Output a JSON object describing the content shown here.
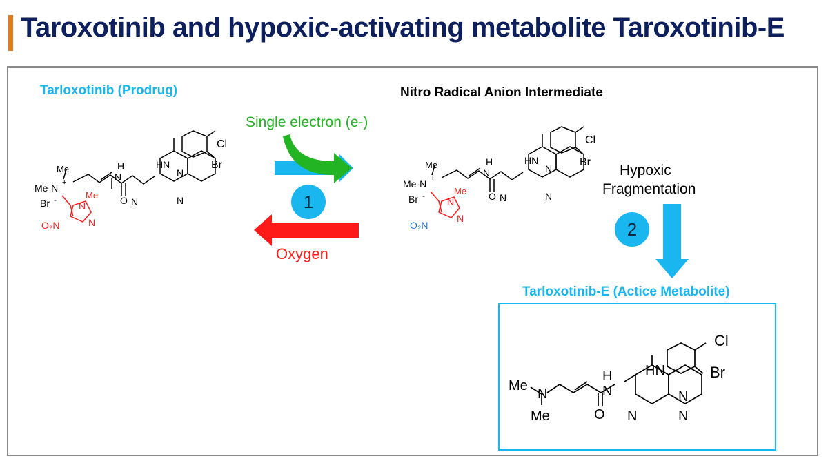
{
  "title": "Taroxotinib and hypoxic-activating metabolite Taroxotinib-E",
  "labels": {
    "prodrug": "Tarloxotinib (Prodrug)",
    "intermediate": "Nitro Radical Anion Intermediate",
    "single_electron": "Single electron (e-)",
    "oxygen": "Oxygen",
    "step1": "1",
    "step2": "2",
    "hypoxic_line1": "Hypoxic",
    "hypoxic_line2": "Fragmentation",
    "metabolite": "Tarloxotinib-E (Actice Metabolite)"
  },
  "atoms": {
    "me": "Me",
    "me_n": "Me-N",
    "br_anion": "Br",
    "minus": "-",
    "plus": "+",
    "no2": "O₂N",
    "n": "N",
    "hn": "HN",
    "h": "H",
    "o": "O",
    "cl": "Cl",
    "br": "Br"
  },
  "colors": {
    "title": "#0d1f5c",
    "title_accent": "#e07b1f",
    "cyan": "#1ab6ef",
    "green": "#22b422",
    "red": "#ff1a1a",
    "nitro_blue": "#1e73d2"
  }
}
